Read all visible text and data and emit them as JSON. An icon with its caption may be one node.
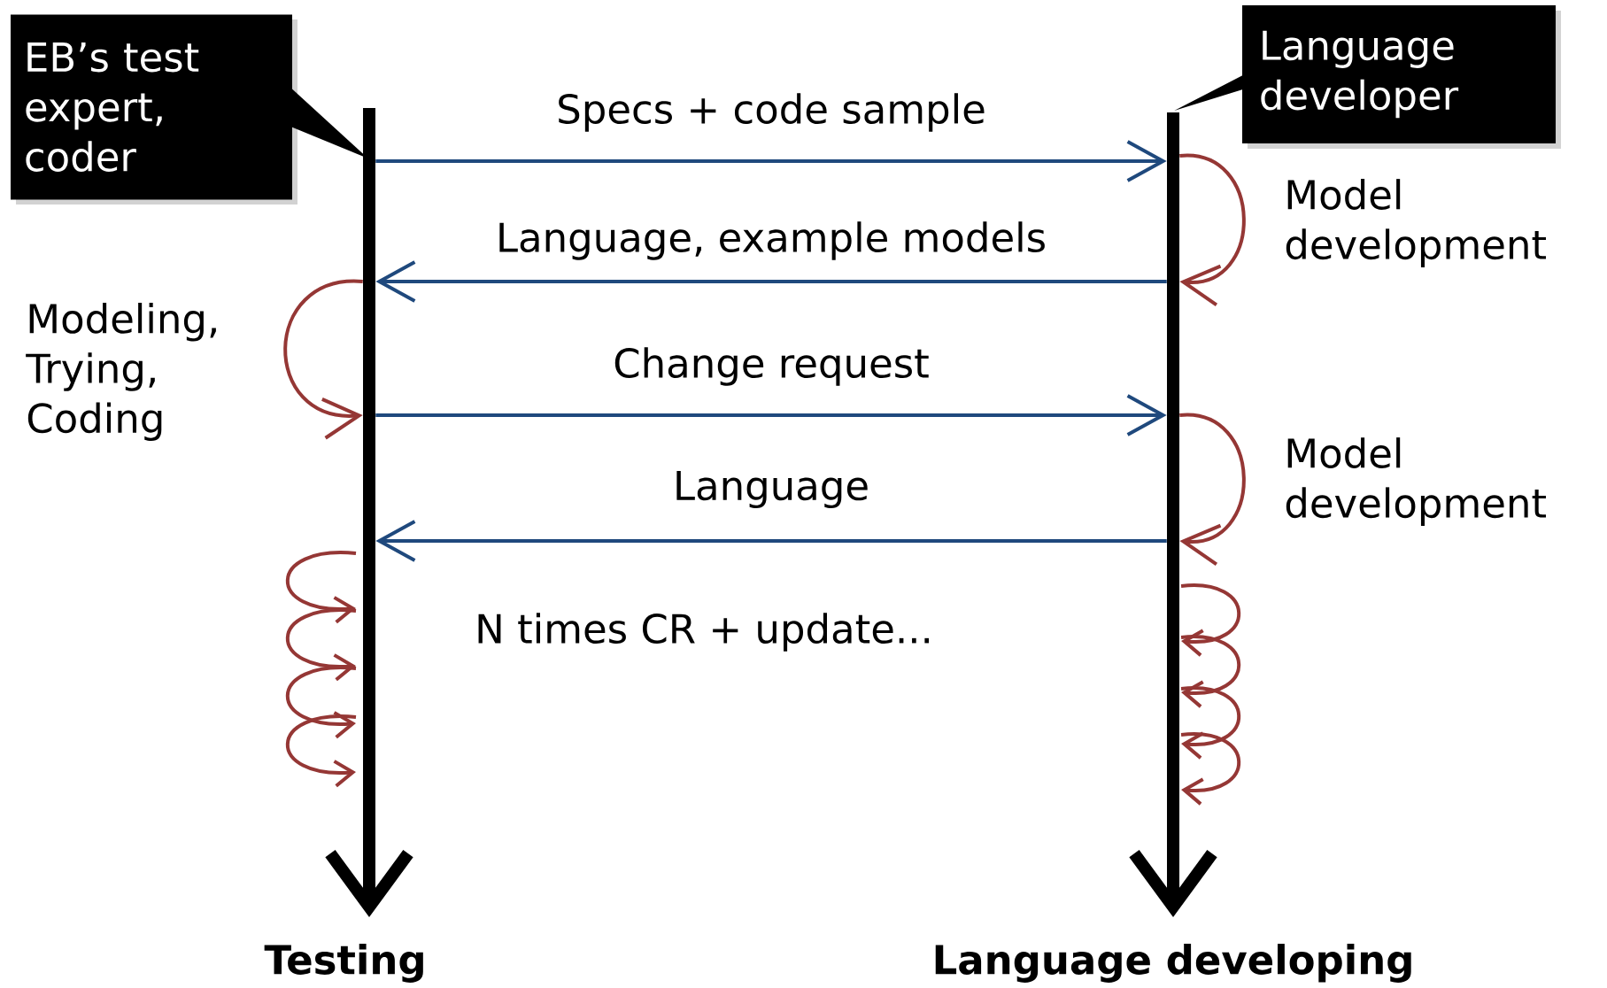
{
  "diagram": {
    "nodes": [
      {
        "text": [
          "EB’s test expert, coder"
        ]
      },
      {
        "text": [
          "Language developer"
        ]
      },
      {
        "text": [
          "Testing"
        ]
      },
      {
        "text": [
          "Language developing"
        ]
      }
    ],
    "edges": [
      {
        "from": 0,
        "to": 2,
        "arrow": "none",
        "color": "#000000"
      },
      {
        "from": 1,
        "to": 3,
        "arrow": "none",
        "color": "#000000"
      },
      {
        "from": 2,
        "to": 3,
        "arrow": "to",
        "label": "Specs + code sample"
      },
      {
        "from": 3,
        "to": 3,
        "arrow": "to",
        "label": "Model development",
        "color": "#953735"
      },
      {
        "from": 3,
        "to": 2,
        "arrow": "to",
        "label": "Language, example models"
      },
      {
        "from": 2,
        "to": 2,
        "arrow": "to",
        "label": "Modeling, Trying, Coding",
        "color": "#953735"
      },
      {
        "from": 2,
        "to": 3,
        "arrow": "to",
        "label": "Change request"
      },
      {
        "from": 3,
        "to": 3,
        "arrow": "to",
        "label": "Model development",
        "color": "#953735"
      },
      {
        "from": 3,
        "to": 2,
        "arrow": "to",
        "label": "Language"
      }
    ],
    "labels": [
      "N times CR + update..."
    ]
  }
}
